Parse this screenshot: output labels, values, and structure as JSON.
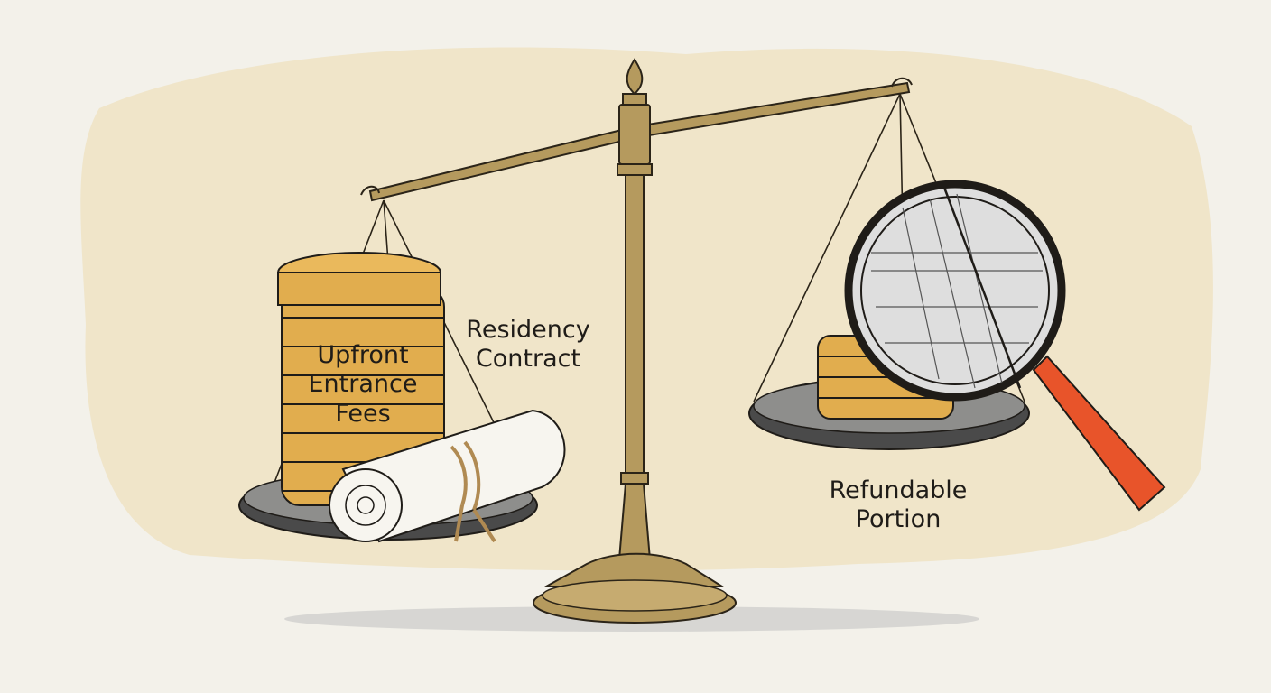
{
  "labels": {
    "entrance_fees": [
      "Upfront",
      "Entrance",
      "Fees"
    ],
    "residency_contract": [
      "Residency",
      "Contract"
    ],
    "refundable_portion": [
      "Refundable",
      "Portion"
    ]
  },
  "colors": {
    "paper": "#f3f1ea",
    "wash": "#efe3c3",
    "brass": "#b59a5e",
    "gold_coin": "#e1ad4e",
    "pan": "#4a4a4a",
    "magnifier_handle": "#e8542a",
    "ink": "#1f1c18"
  },
  "icons": [
    "balance-scale-icon",
    "coin-stack-icon",
    "scroll-icon",
    "magnifying-glass-icon"
  ]
}
